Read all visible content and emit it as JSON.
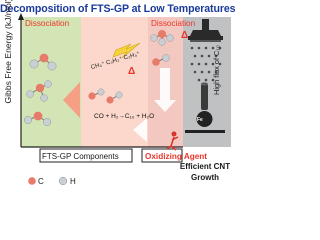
{
  "title": "Decomposition of FTS-GP at Low Temperatures",
  "y_axis_label": "Gibbs Free Energy (kJ/mol)",
  "dissociation_left": "Dissociation",
  "dissociation_right": "Dissociation",
  "delta_symbol": "Δ",
  "species": "CH₄⁺ C₂H₂⁺ C₂H₄⁺",
  "reaction": "CO + H₂→C₁₀ + H₂O",
  "flux_label": "High flux of C₁₀",
  "catalyst": "Fe",
  "oxidizing_agent": "Oxidizing Agent",
  "x_label": "FTS-GP Components",
  "cnt_label": "Efficient CNT Growth",
  "legend": {
    "c": "C",
    "h": "H"
  },
  "colors": {
    "title": "#1a3a9c",
    "accent_red": "#e8372a",
    "panel_green": "#d3e5b5",
    "panel_pink": "#fbd8cb",
    "panel_rose": "#f3c8c0",
    "panel_grey": "#bfc1c3",
    "arrow_yellow": "#f3d23a"
  }
}
